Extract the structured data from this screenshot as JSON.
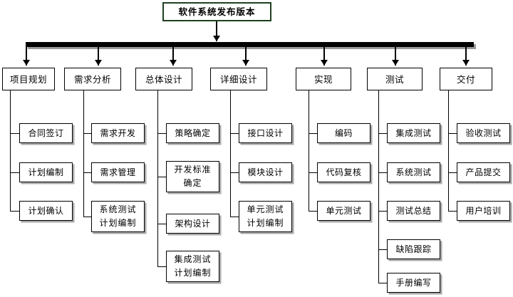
{
  "diagram": {
    "title": "软件系统发布版本",
    "type": "tree-breakdown-chart",
    "root": {
      "label": "软件系统发布版本"
    },
    "phases": [
      {
        "label": "项目规划",
        "children": [
          {
            "label": "合同签订"
          },
          {
            "label": "计划编制"
          },
          {
            "label": "计划确认"
          }
        ]
      },
      {
        "label": "需求分析",
        "children": [
          {
            "label": "需求开发"
          },
          {
            "label": "需求管理"
          },
          {
            "label": "系统测试\n计划编制"
          }
        ]
      },
      {
        "label": "总体设计",
        "children": [
          {
            "label": "策略确定"
          },
          {
            "label": "开发标准\n确定"
          },
          {
            "label": "架构设计"
          },
          {
            "label": "集成测试\n计划编制"
          }
        ]
      },
      {
        "label": "详细设计",
        "children": [
          {
            "label": "接口设计"
          },
          {
            "label": "模块设计"
          },
          {
            "label": "单元测试\n计划编制"
          }
        ]
      },
      {
        "label": "实现",
        "children": [
          {
            "label": "编码"
          },
          {
            "label": "代码复核"
          },
          {
            "label": "单元测试"
          }
        ]
      },
      {
        "label": "测试",
        "children": [
          {
            "label": "集成测试"
          },
          {
            "label": "系统测试"
          },
          {
            "label": "测试总结"
          },
          {
            "label": "缺陷跟踪"
          },
          {
            "label": "手册编写"
          }
        ]
      },
      {
        "label": "交付",
        "children": [
          {
            "label": "验收测试"
          },
          {
            "label": "产品提交"
          },
          {
            "label": "用户培训"
          }
        ]
      }
    ],
    "colors": {
      "background": "#ffffff",
      "line": "#000000",
      "root_border": "#204020",
      "box_border": "#000000",
      "shadow": "#a9a9a9"
    }
  }
}
